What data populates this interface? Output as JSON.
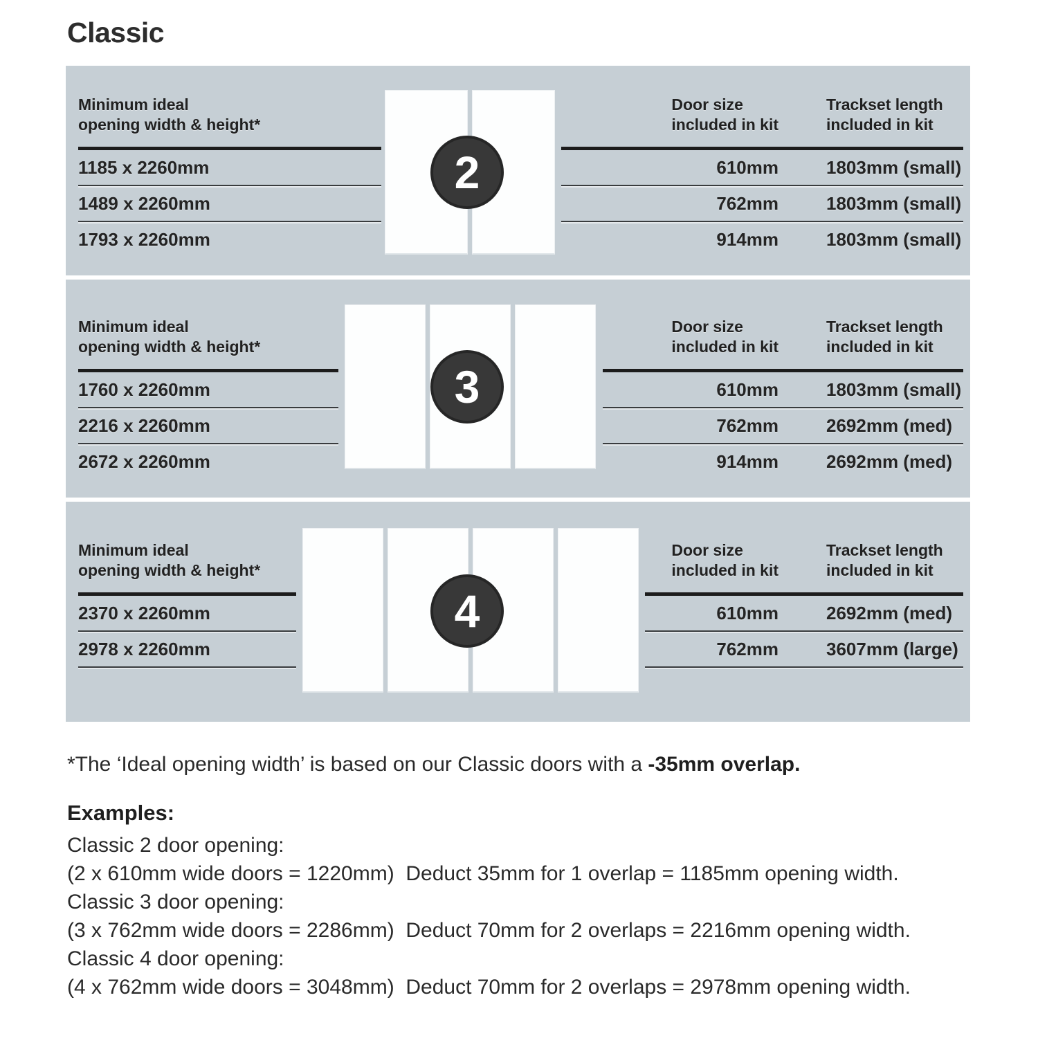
{
  "title": "Classic",
  "colors": {
    "panel_background": "#c6cfd5",
    "badge_background": "#383838",
    "badge_text": "#ffffff",
    "rule": "#1c1c1c",
    "text": "#242424",
    "door_fill": "#fdfefe"
  },
  "panels": [
    {
      "door_count": "2",
      "left_header": "Minimum ideal\nopening width & height*",
      "door_header": "Door size\nincluded in kit",
      "track_header": "Trackset length\nincluded in kit",
      "rows": [
        {
          "opening": "1185 x 2260mm",
          "door_size": "610mm",
          "trackset": "1803mm (small)"
        },
        {
          "opening": "1489 x 2260mm",
          "door_size": "762mm",
          "trackset": "1803mm (small)"
        },
        {
          "opening": "1793 x 2260mm",
          "door_size": "914mm",
          "trackset": "1803mm (small)"
        }
      ]
    },
    {
      "door_count": "3",
      "left_header": "Minimum ideal\nopening width & height*",
      "door_header": "Door size\nincluded in kit",
      "track_header": "Trackset length\nincluded in kit",
      "rows": [
        {
          "opening": "1760 x 2260mm",
          "door_size": "610mm",
          "trackset": "1803mm (small)"
        },
        {
          "opening": "2216 x 2260mm",
          "door_size": "762mm",
          "trackset": "2692mm (med)"
        },
        {
          "opening": "2672 x 2260mm",
          "door_size": "914mm",
          "trackset": "2692mm (med)"
        }
      ]
    },
    {
      "door_count": "4",
      "left_header": "Minimum ideal\nopening width & height*",
      "door_header": "Door size\nincluded in kit",
      "track_header": "Trackset length\nincluded in kit",
      "rows": [
        {
          "opening": "2370 x 2260mm",
          "door_size": "610mm",
          "trackset": "2692mm (med)"
        },
        {
          "opening": "2978 x 2260mm",
          "door_size": "762mm",
          "trackset": "3607mm (large)"
        }
      ]
    }
  ],
  "footnote": {
    "text": "*The ‘Ideal opening width’ is based on our Classic doors with a ",
    "bold": "-35mm overlap."
  },
  "examples": {
    "heading": "Examples:",
    "lines": [
      "Classic 2 door opening:",
      "(2 x 610mm wide doors = 1220mm)  Deduct 35mm for 1 overlap = 1185mm opening width.",
      "Classic 3 door opening:",
      "(3 x 762mm wide doors = 2286mm)  Deduct 70mm for 2 overlaps = 2216mm opening width.",
      "Classic 4 door opening:",
      "(4 x 762mm wide doors = 3048mm)  Deduct 70mm for 2 overlaps = 2978mm opening width."
    ]
  }
}
